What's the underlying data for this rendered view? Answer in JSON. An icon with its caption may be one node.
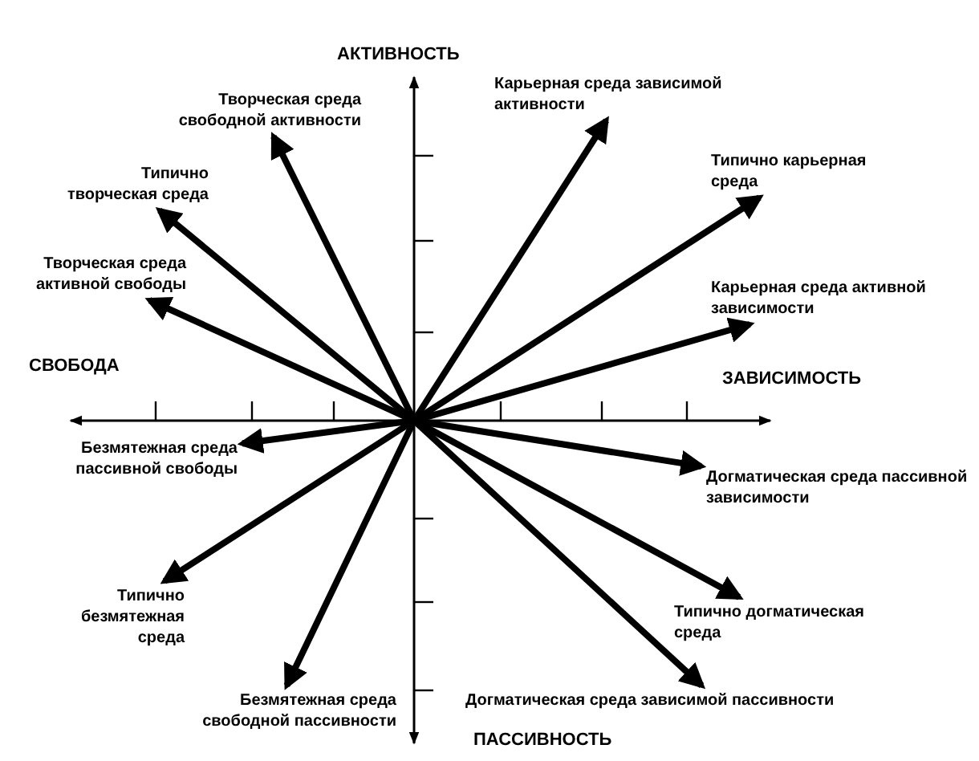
{
  "diagram": {
    "nodes": [
      {
        "text": [
          "Творческая среда свободной активности"
        ]
      },
      {
        "text": [
          "Карьерная среда зависимой активности"
        ]
      },
      {
        "text": [
          "Типично творческая среда"
        ]
      },
      {
        "text": [
          "Типично карьерная среда"
        ]
      },
      {
        "text": [
          "Творческая среда активной свободы"
        ]
      },
      {
        "text": [
          "Карьерная среда активной зависимости"
        ]
      },
      {
        "text": [
          "Безмятежная среда пассивной свободы"
        ]
      },
      {
        "text": [
          "Догматическая среда пассивной зависимости"
        ]
      },
      {
        "text": [
          "Типично безмятежная среда"
        ]
      },
      {
        "text": [
          "Типично догматическая среда"
        ]
      },
      {
        "text": [
          "Безмятежная среда свободной пассивности"
        ]
      },
      {
        "text": [
          "Догматическая среда зависимой пассивности"
        ]
      },
      {
        "text": [],
        "shape": "point"
      }
    ],
    "edges": [
      {
        "from": 12,
        "to": 0,
        "arrow": "to"
      },
      {
        "from": 12,
        "to": 1,
        "arrow": "to"
      },
      {
        "from": 12,
        "to": 2,
        "arrow": "to"
      },
      {
        "from": 12,
        "to": 3,
        "arrow": "to"
      },
      {
        "from": 12,
        "to": 4,
        "arrow": "to"
      },
      {
        "from": 12,
        "to": 5,
        "arrow": "to"
      },
      {
        "from": 12,
        "to": 6,
        "arrow": "to"
      },
      {
        "from": 12,
        "to": 7,
        "arrow": "to"
      },
      {
        "from": 12,
        "to": 8,
        "arrow": "to"
      },
      {
        "from": 12,
        "to": 9,
        "arrow": "to"
      },
      {
        "from": 12,
        "to": 10,
        "arrow": "to"
      },
      {
        "from": 12,
        "to": 11,
        "arrow": "to"
      }
    ],
    "labels": [
      "АКТИВНОСТЬ",
      "СВОБОДА",
      "ЗАВИСИМОСТЬ",
      "ПАССИВНОСТЬ"
    ]
  }
}
